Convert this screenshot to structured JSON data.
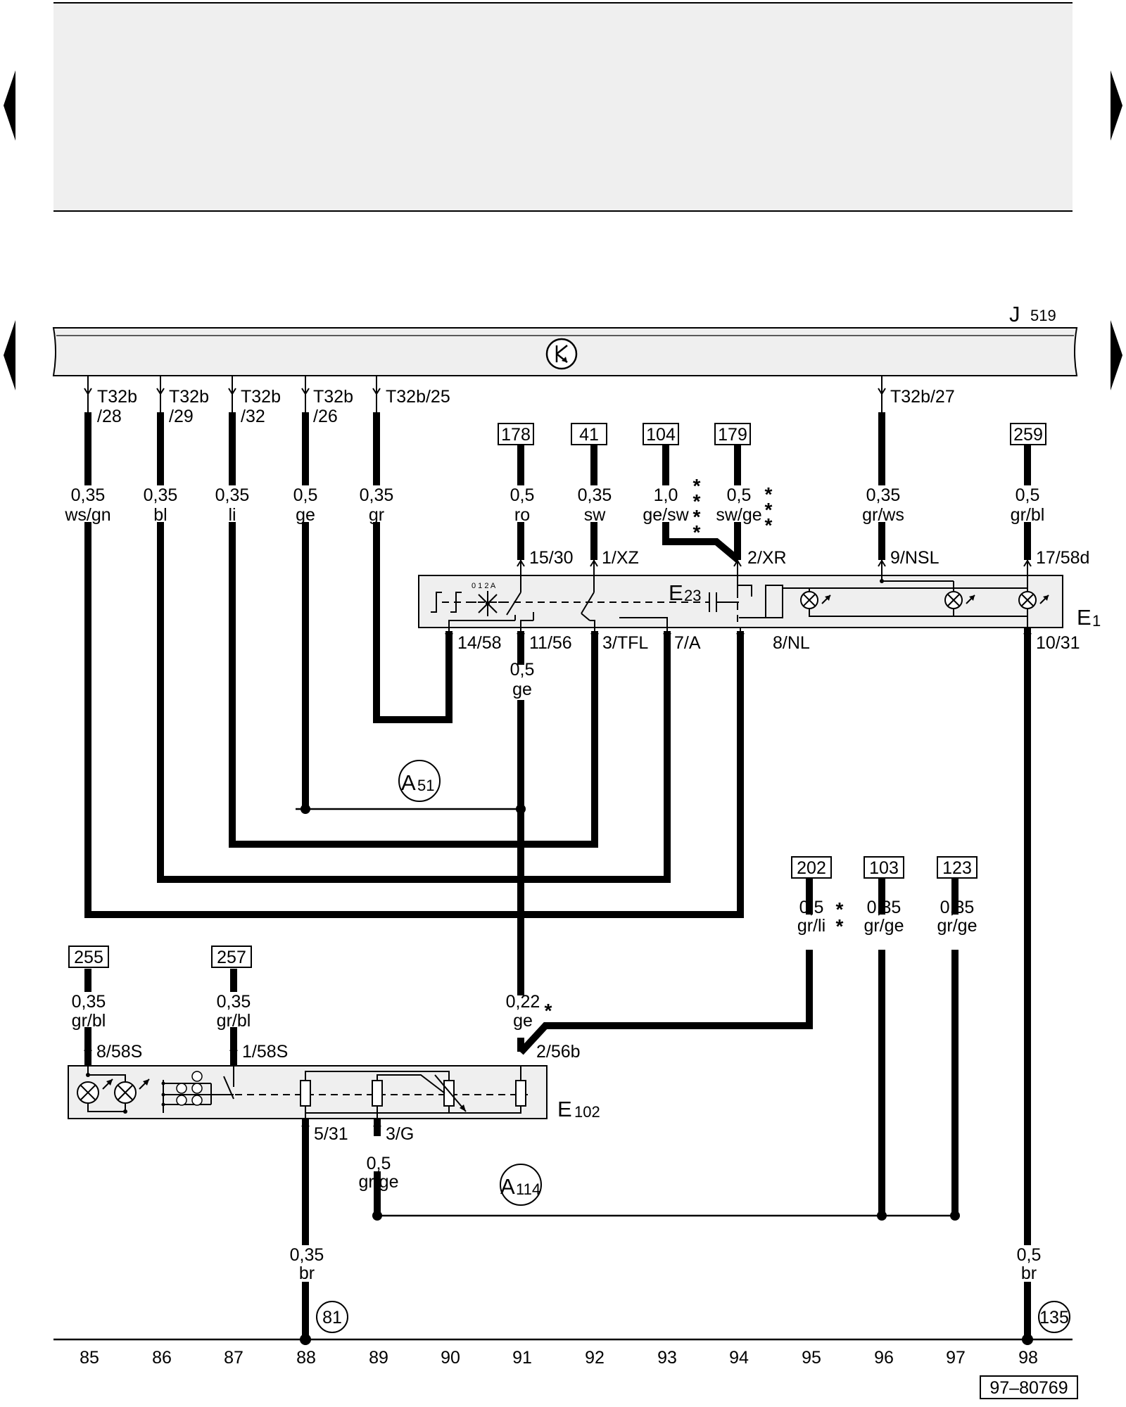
{
  "navigation": {
    "prev_icon": "triangle-left-icon",
    "next_icon": "triangle-right-icon"
  },
  "control_unit": {
    "letter": "J",
    "number": "519",
    "ground_icon": "electronic-component-icon"
  },
  "connectors_top": {
    "t28_a": "T32b",
    "t28_b": "/28",
    "t29_a": "T32b",
    "t29_b": "/29",
    "t32_a": "T32b",
    "t32_b": "/32",
    "t26_a": "T32b",
    "t26_b": "/26",
    "t25": "T32b/25",
    "t27": "T32b/27"
  },
  "references_top": [
    "178",
    "41",
    "104",
    "179",
    "259"
  ],
  "references_mid": [
    "202",
    "103",
    "123"
  ],
  "references_bottom": [
    "255",
    "257"
  ],
  "wires": {
    "c85": {
      "size": "0,35",
      "color": "ws/gn"
    },
    "c86": {
      "size": "0,35",
      "color": "bl"
    },
    "c87": {
      "size": "0,35",
      "color": "li"
    },
    "c88": {
      "size": "0,5",
      "color": "ge"
    },
    "c89": {
      "size": "0,35",
      "color": "gr"
    },
    "r178": {
      "size": "0,5",
      "color": "ro"
    },
    "r41": {
      "size": "0,35",
      "color": "sw"
    },
    "r104": {
      "size": "1,0",
      "color": "ge/sw"
    },
    "r179": {
      "size": "0,5",
      "color": "sw/ge"
    },
    "t27": {
      "size": "0,35",
      "color": "gr/ws"
    },
    "r259": {
      "size": "0,5",
      "color": "gr/bl"
    },
    "mid91": {
      "size": "0,5",
      "color": "ge"
    },
    "r202": {
      "size": "0,5",
      "color": "gr/li"
    },
    "r103": {
      "size": "0,35",
      "color": "gr/ge"
    },
    "r123": {
      "size": "0,35",
      "color": "gr/ge"
    },
    "r255": {
      "size": "0,35",
      "color": "gr/bl"
    },
    "r257": {
      "size": "0,35",
      "color": "gr/bl"
    },
    "e102_in": {
      "size": "0,22",
      "color": "ge"
    },
    "g": {
      "size": "0,5",
      "color": "gr/ge"
    },
    "gnd88": {
      "size": "0,35",
      "color": "br"
    },
    "gnd98": {
      "size": "0,5",
      "color": "br"
    }
  },
  "asterisks": {
    "triple": "***",
    "double": "**",
    "single": "*"
  },
  "e1_pins": {
    "p1530": "15/30",
    "p1xz": "1/XZ",
    "p2xr": "2/XR",
    "p9nsl": "9/NSL",
    "p1758d": "17/58d",
    "p1458": "14/58",
    "p1156": "11/56",
    "p3tfl": "3/TFL",
    "p7a": "7/A",
    "p8nl": "8/NL",
    "p1031": "10/31"
  },
  "e1": {
    "label": "E",
    "num": "1",
    "switch_positions": "0 1 2 A"
  },
  "e23": {
    "label": "E",
    "num": "23"
  },
  "e102_pins": {
    "p858s": "8/58S",
    "p158s": "1/58S",
    "p256b": "2/56b",
    "p531": "5/31",
    "p3g": "3/G"
  },
  "e102": {
    "label": "E",
    "num": "102"
  },
  "junctions": {
    "a51": {
      "letter": "A",
      "num": "51"
    },
    "a114": {
      "letter": "A",
      "num": "114"
    }
  },
  "grounds": {
    "g81": "81",
    "g135": "135"
  },
  "column_numbers": [
    "85",
    "86",
    "87",
    "88",
    "89",
    "90",
    "91",
    "92",
    "93",
    "94",
    "95",
    "96",
    "97",
    "98"
  ],
  "figure_id": "97–80769",
  "icons": {
    "lamp": "lamp-icon",
    "switch": "rotary-switch-icon",
    "resistor": "resistor-icon"
  }
}
